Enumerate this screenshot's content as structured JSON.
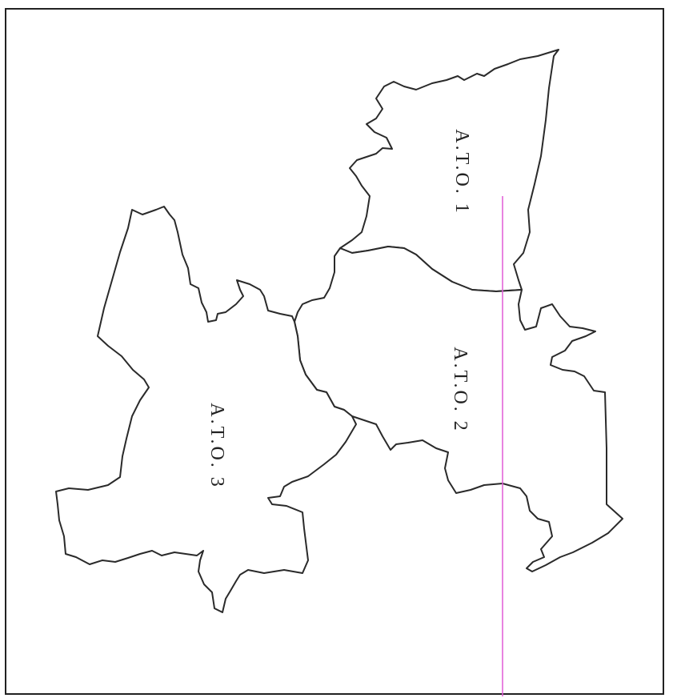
{
  "map": {
    "regions": [
      {
        "id": "ato-1",
        "label": "A.T.O. 1"
      },
      {
        "id": "ato-2",
        "label": "A.T.O. 2"
      },
      {
        "id": "ato-3",
        "label": "A.T.O. 3"
      }
    ],
    "colors": {
      "border": "#2a2a2a",
      "guide_line": "#e05ad6",
      "background": "#ffffff"
    }
  }
}
